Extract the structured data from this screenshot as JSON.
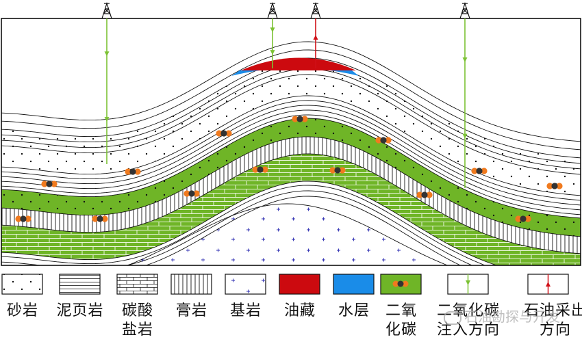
{
  "legend": [
    {
      "key": "sandstone",
      "lines": [
        "砂岩"
      ]
    },
    {
      "key": "mudshale",
      "lines": [
        "泥页岩"
      ]
    },
    {
      "key": "carbonate",
      "lines": [
        "碳酸",
        "盐岩"
      ]
    },
    {
      "key": "gypsum",
      "lines": [
        "膏岩"
      ]
    },
    {
      "key": "bedrock",
      "lines": [
        "基岩"
      ]
    },
    {
      "key": "oil",
      "lines": [
        "油藏"
      ]
    },
    {
      "key": "water",
      "lines": [
        "水层"
      ]
    },
    {
      "key": "co2",
      "lines": [
        "二氧",
        "化碳"
      ]
    },
    {
      "key": "injection",
      "lines": [
        "二氧化碳",
        "注入方向"
      ]
    },
    {
      "key": "production",
      "lines": [
        "石油采出",
        "方向"
      ]
    }
  ],
  "watermark": "石油勘探与开发",
  "colors": {
    "oil": "#cc0a0f",
    "water": "#1a8ce8",
    "green": "#6fb527",
    "injection_arrow": "#7cc234",
    "production_arrow": "#d01018",
    "molecule_c": "#333333",
    "molecule_o": "#f07a1e",
    "bedrock_cross": "#2b2bb0"
  }
}
